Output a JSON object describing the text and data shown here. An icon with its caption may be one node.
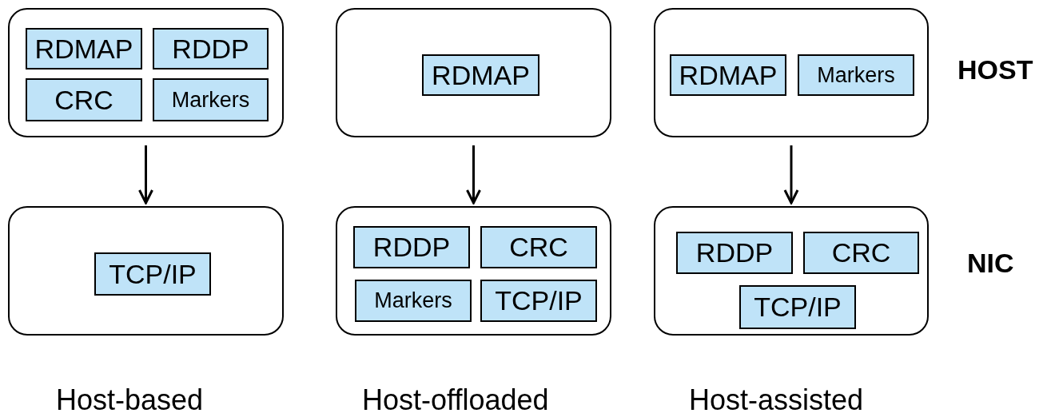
{
  "diagram": {
    "nodes": [
      {
        "text": [],
        "shape": "box"
      },
      {
        "text": [
          "RDMAP"
        ],
        "in": 0
      },
      {
        "text": [
          "RDDP"
        ],
        "in": 0
      },
      {
        "text": [
          "CRC"
        ],
        "in": 0
      },
      {
        "text": [
          "Markers"
        ],
        "in": 0
      },
      {
        "text": [],
        "shape": "box"
      },
      {
        "text": [
          "RDMAP"
        ],
        "in": 5
      },
      {
        "text": [],
        "shape": "box"
      },
      {
        "text": [
          "RDMAP"
        ],
        "in": 7
      },
      {
        "text": [
          "Markers"
        ],
        "in": 7
      },
      {
        "text": [],
        "shape": "box"
      },
      {
        "text": [
          "TCP/IP"
        ],
        "in": 10
      },
      {
        "text": [],
        "shape": "box"
      },
      {
        "text": [
          "RDDP"
        ],
        "in": 12
      },
      {
        "text": [
          "CRC"
        ],
        "in": 12
      },
      {
        "text": [
          "Markers"
        ],
        "in": 12
      },
      {
        "text": [
          "TCP/IP"
        ],
        "in": 12
      },
      {
        "text": [],
        "shape": "box"
      },
      {
        "text": [
          "RDDP"
        ],
        "in": 17
      },
      {
        "text": [
          "CRC"
        ],
        "in": 17
      },
      {
        "text": [
          "TCP/IP"
        ],
        "in": 17
      }
    ],
    "edges": [
      {
        "from": 0,
        "to": 10,
        "arrow": "to"
      },
      {
        "from": 5,
        "to": 12,
        "arrow": "to"
      },
      {
        "from": 7,
        "to": 17,
        "arrow": "to"
      }
    ],
    "labels": [
      "HOST",
      "NIC",
      "Host-based",
      "Host-offloaded",
      "Host-assisted"
    ]
  }
}
